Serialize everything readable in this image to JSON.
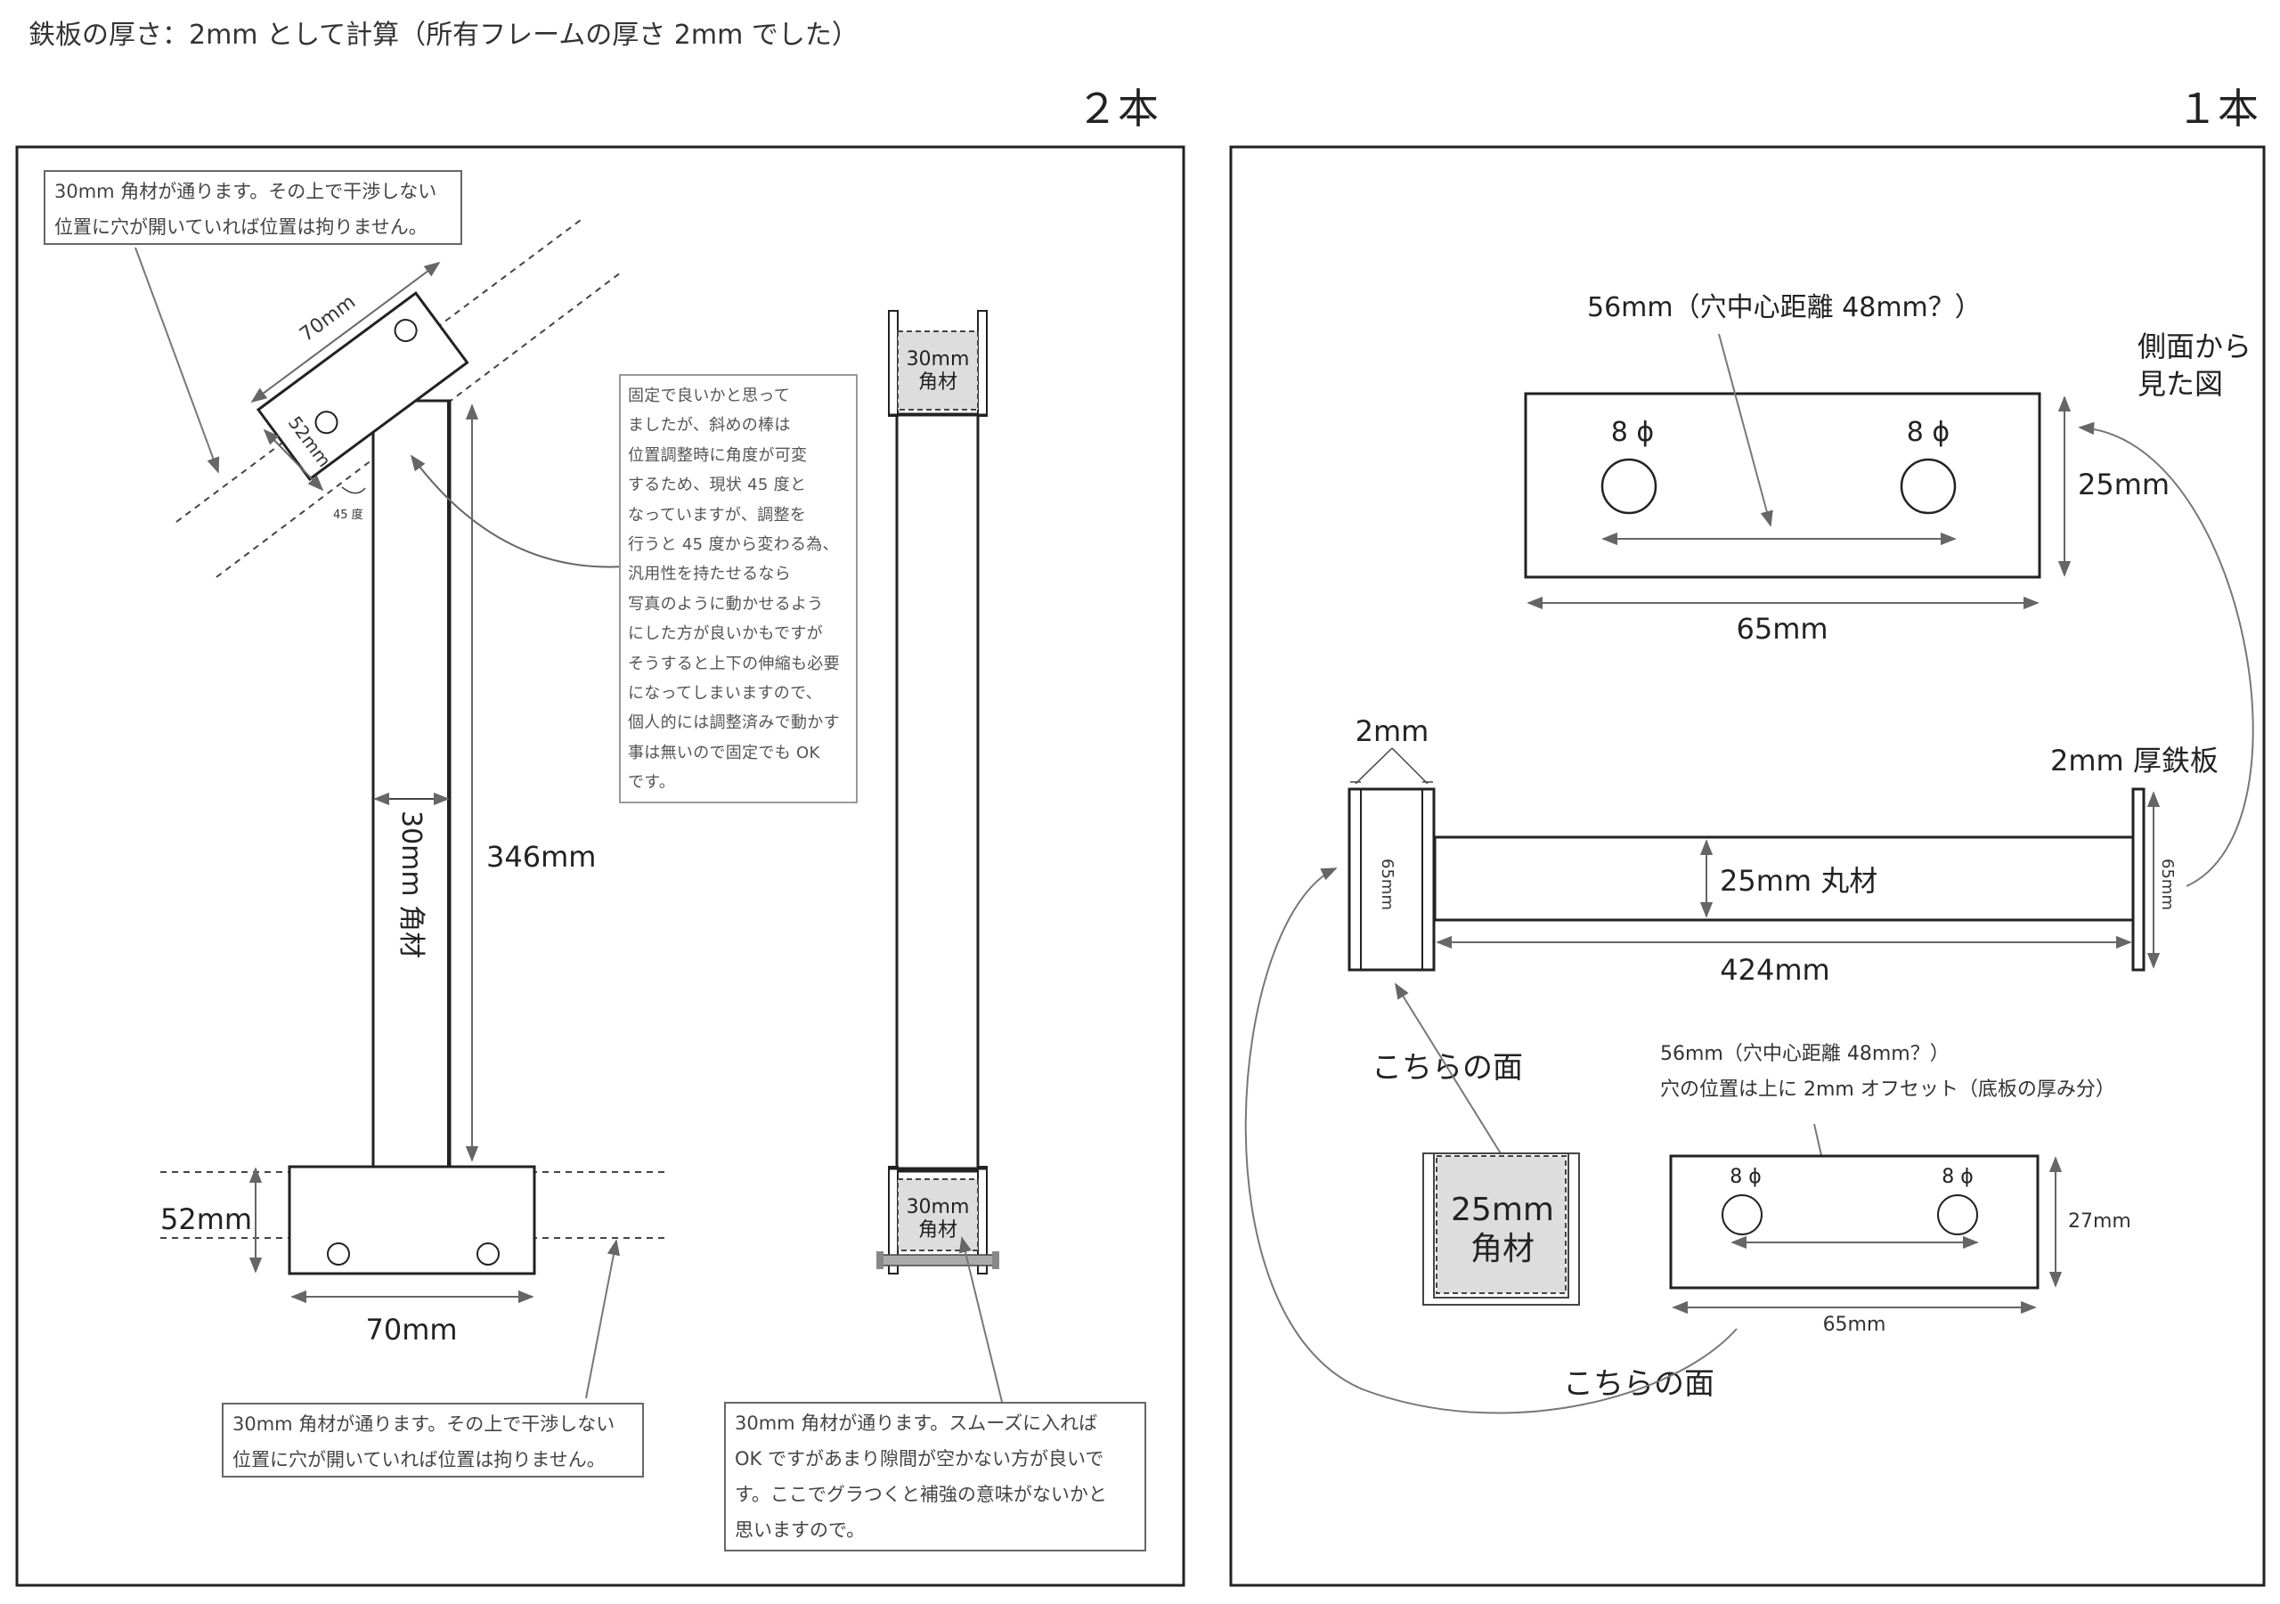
{
  "header_note": "鉄板の厚さ：2mm として計算（所有フレームの厚さ 2mm でした）",
  "left_panel": {
    "title": "２本",
    "top_note": [
      "30mm 角材が通ります。その上で干渉しない",
      "位置に穴が開いていれば位置は拘りません。"
    ],
    "angle_note": [
      "固定で良いかと思って",
      "ましたが、斜めの棒は",
      "位置調整時に角度が可変",
      "するため、現状 45 度と",
      "なっていますが、調整を",
      "行うと 45 度から変わる為、",
      "汎用性を持たせるなら",
      "写真のように動かせるよう",
      "にした方が良いかもですが",
      "そうすると上下の伸縮も必要",
      "になってしまいますので、",
      "個人的には調整済みで動かす",
      "事は無いので固定でも OK",
      "です。"
    ],
    "bottom_note": [
      "30mm 角材が通ります。その上で干渉しない",
      "位置に穴が開いていれば位置は拘りません。"
    ],
    "right_note": [
      "30mm 角材が通ります。スムーズに入れば",
      "OK ですがあまり隙間が空かない方が良いで",
      "す。ここでグラつくと補強の意味がないかと",
      "思いますので。"
    ],
    "dims": {
      "angled_width": "70mm",
      "angled_height": "52mm",
      "angle": "45 度",
      "post": "30mm 角材",
      "height": "346mm",
      "base_height": "52mm",
      "base_width": "70mm",
      "tube_top": [
        "30mm",
        "角材"
      ],
      "tube_bottom": [
        "30mm",
        "角材"
      ]
    }
  },
  "right_panel": {
    "title": "１本",
    "side_view_label": [
      "側面から",
      "見た図"
    ],
    "top_plate": {
      "hole_distance": "56mm（穴中心距離 48mm？）",
      "hole_left": "8 ϕ",
      "hole_right": "8 ϕ",
      "height": "25mm",
      "width": "65mm"
    },
    "assembly": {
      "plate_thickness": "2mm",
      "plate_label": "2mm 厚鉄板",
      "left_plate_height": "65mm",
      "right_plate_height": "65mm",
      "rod": "25mm 丸材",
      "length": "424mm"
    },
    "face_label_1": "こちらの面",
    "face_label_2": "こちらの面",
    "square_tube": [
      "25mm",
      "角材"
    ],
    "bottom_note": [
      "56mm（穴中心距離 48mm？）",
      "穴の位置は上に 2mm オフセット（底板の厚み分）"
    ],
    "bottom_plate": {
      "hole_left": "8 ϕ",
      "hole_right": "8 ϕ",
      "height": "27mm",
      "width": "65mm"
    }
  }
}
